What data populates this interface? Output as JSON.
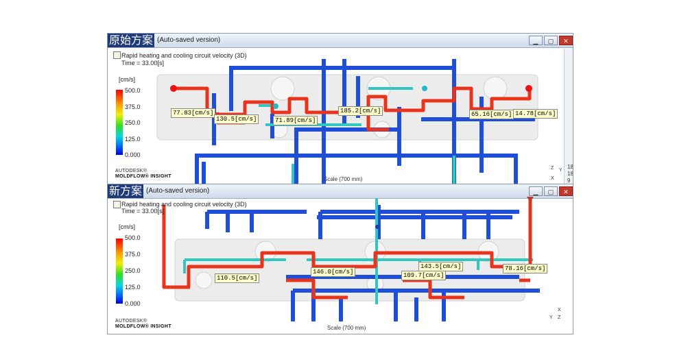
{
  "top_window": {
    "title_cn": "原始方案",
    "title_en": "(Auto-saved version)",
    "model_title": "Rapid heating and cooling circuit velocity (3D)",
    "time": "Time = 33.00[s]",
    "unit": "[cm/s]",
    "ticks": [
      "500.0",
      "375.0",
      "250.0",
      "125.0",
      "0.000"
    ],
    "brand_line1": "AUTODESK®",
    "brand_line2": "MOLDFLOW® INSIGHT",
    "scale_label": "Scale (700 mm)",
    "axis_labels": [
      "Z",
      "Y",
      "X"
    ],
    "side_values": [
      "18",
      "18",
      "9"
    ],
    "velocity_labels": [
      "77.83[cm/s]",
      "130.5[cm/s]",
      "71.89[cm/s]",
      "185.2[cm/s]",
      "65.16[cm/s]",
      "14.78[cm/s]"
    ]
  },
  "bottom_window": {
    "title_cn": "新方案",
    "title_en": "(Auto-saved version)",
    "model_title": "Rapid heating and cooling circuit velocity (3D)",
    "time": "Time = 33.00[s]",
    "unit": "[cm/s]",
    "ticks": [
      "500.0",
      "375.0",
      "250.0",
      "125.0",
      "0.000"
    ],
    "brand_line1": "AUTODESK®",
    "brand_line2": "MOLDFLOW® INSIGHT",
    "scale_label": "Scale (700 mm)",
    "axis_labels": [
      "X",
      "Y",
      "Z"
    ],
    "velocity_labels": [
      "110.5[cm/s]",
      "146.0[cm/s]",
      "109.7[cm/s]",
      "143.5[cm/s]",
      "78.16[cm/s]"
    ]
  },
  "window_buttons": {
    "minimize": "▁",
    "restore": "▢",
    "close": "✕"
  },
  "colors": {
    "title_highlight": "#1e3a78",
    "pipe_hot": "#e8341c",
    "pipe_cold": "#1f4fd8",
    "pipe_mid": "#2fc7c0",
    "label_bg": "#ffffcc"
  }
}
